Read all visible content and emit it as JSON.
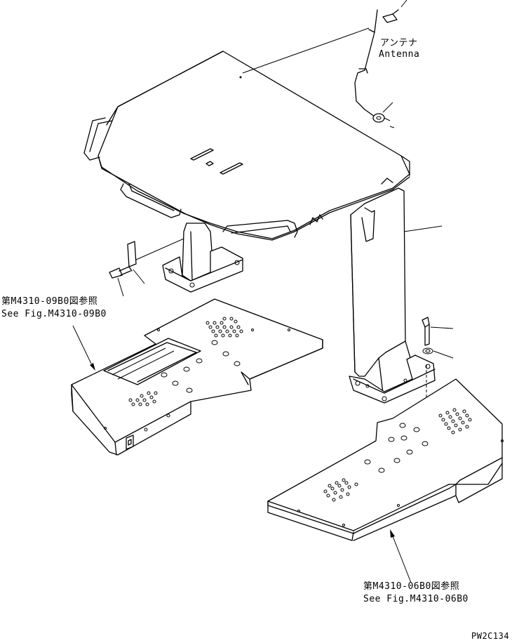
{
  "labels": {
    "antenna_jp": "アンテナ",
    "antenna_en": "Antenna",
    "ref_left_jp": "第M4310-09B0図参照",
    "ref_left_en": "See Fig.M4310-09B0",
    "ref_right_jp": "第M4310-06B0図参照",
    "ref_right_en": "See Fig.M4310-06B0",
    "drawing_code": "PW2C134"
  }
}
